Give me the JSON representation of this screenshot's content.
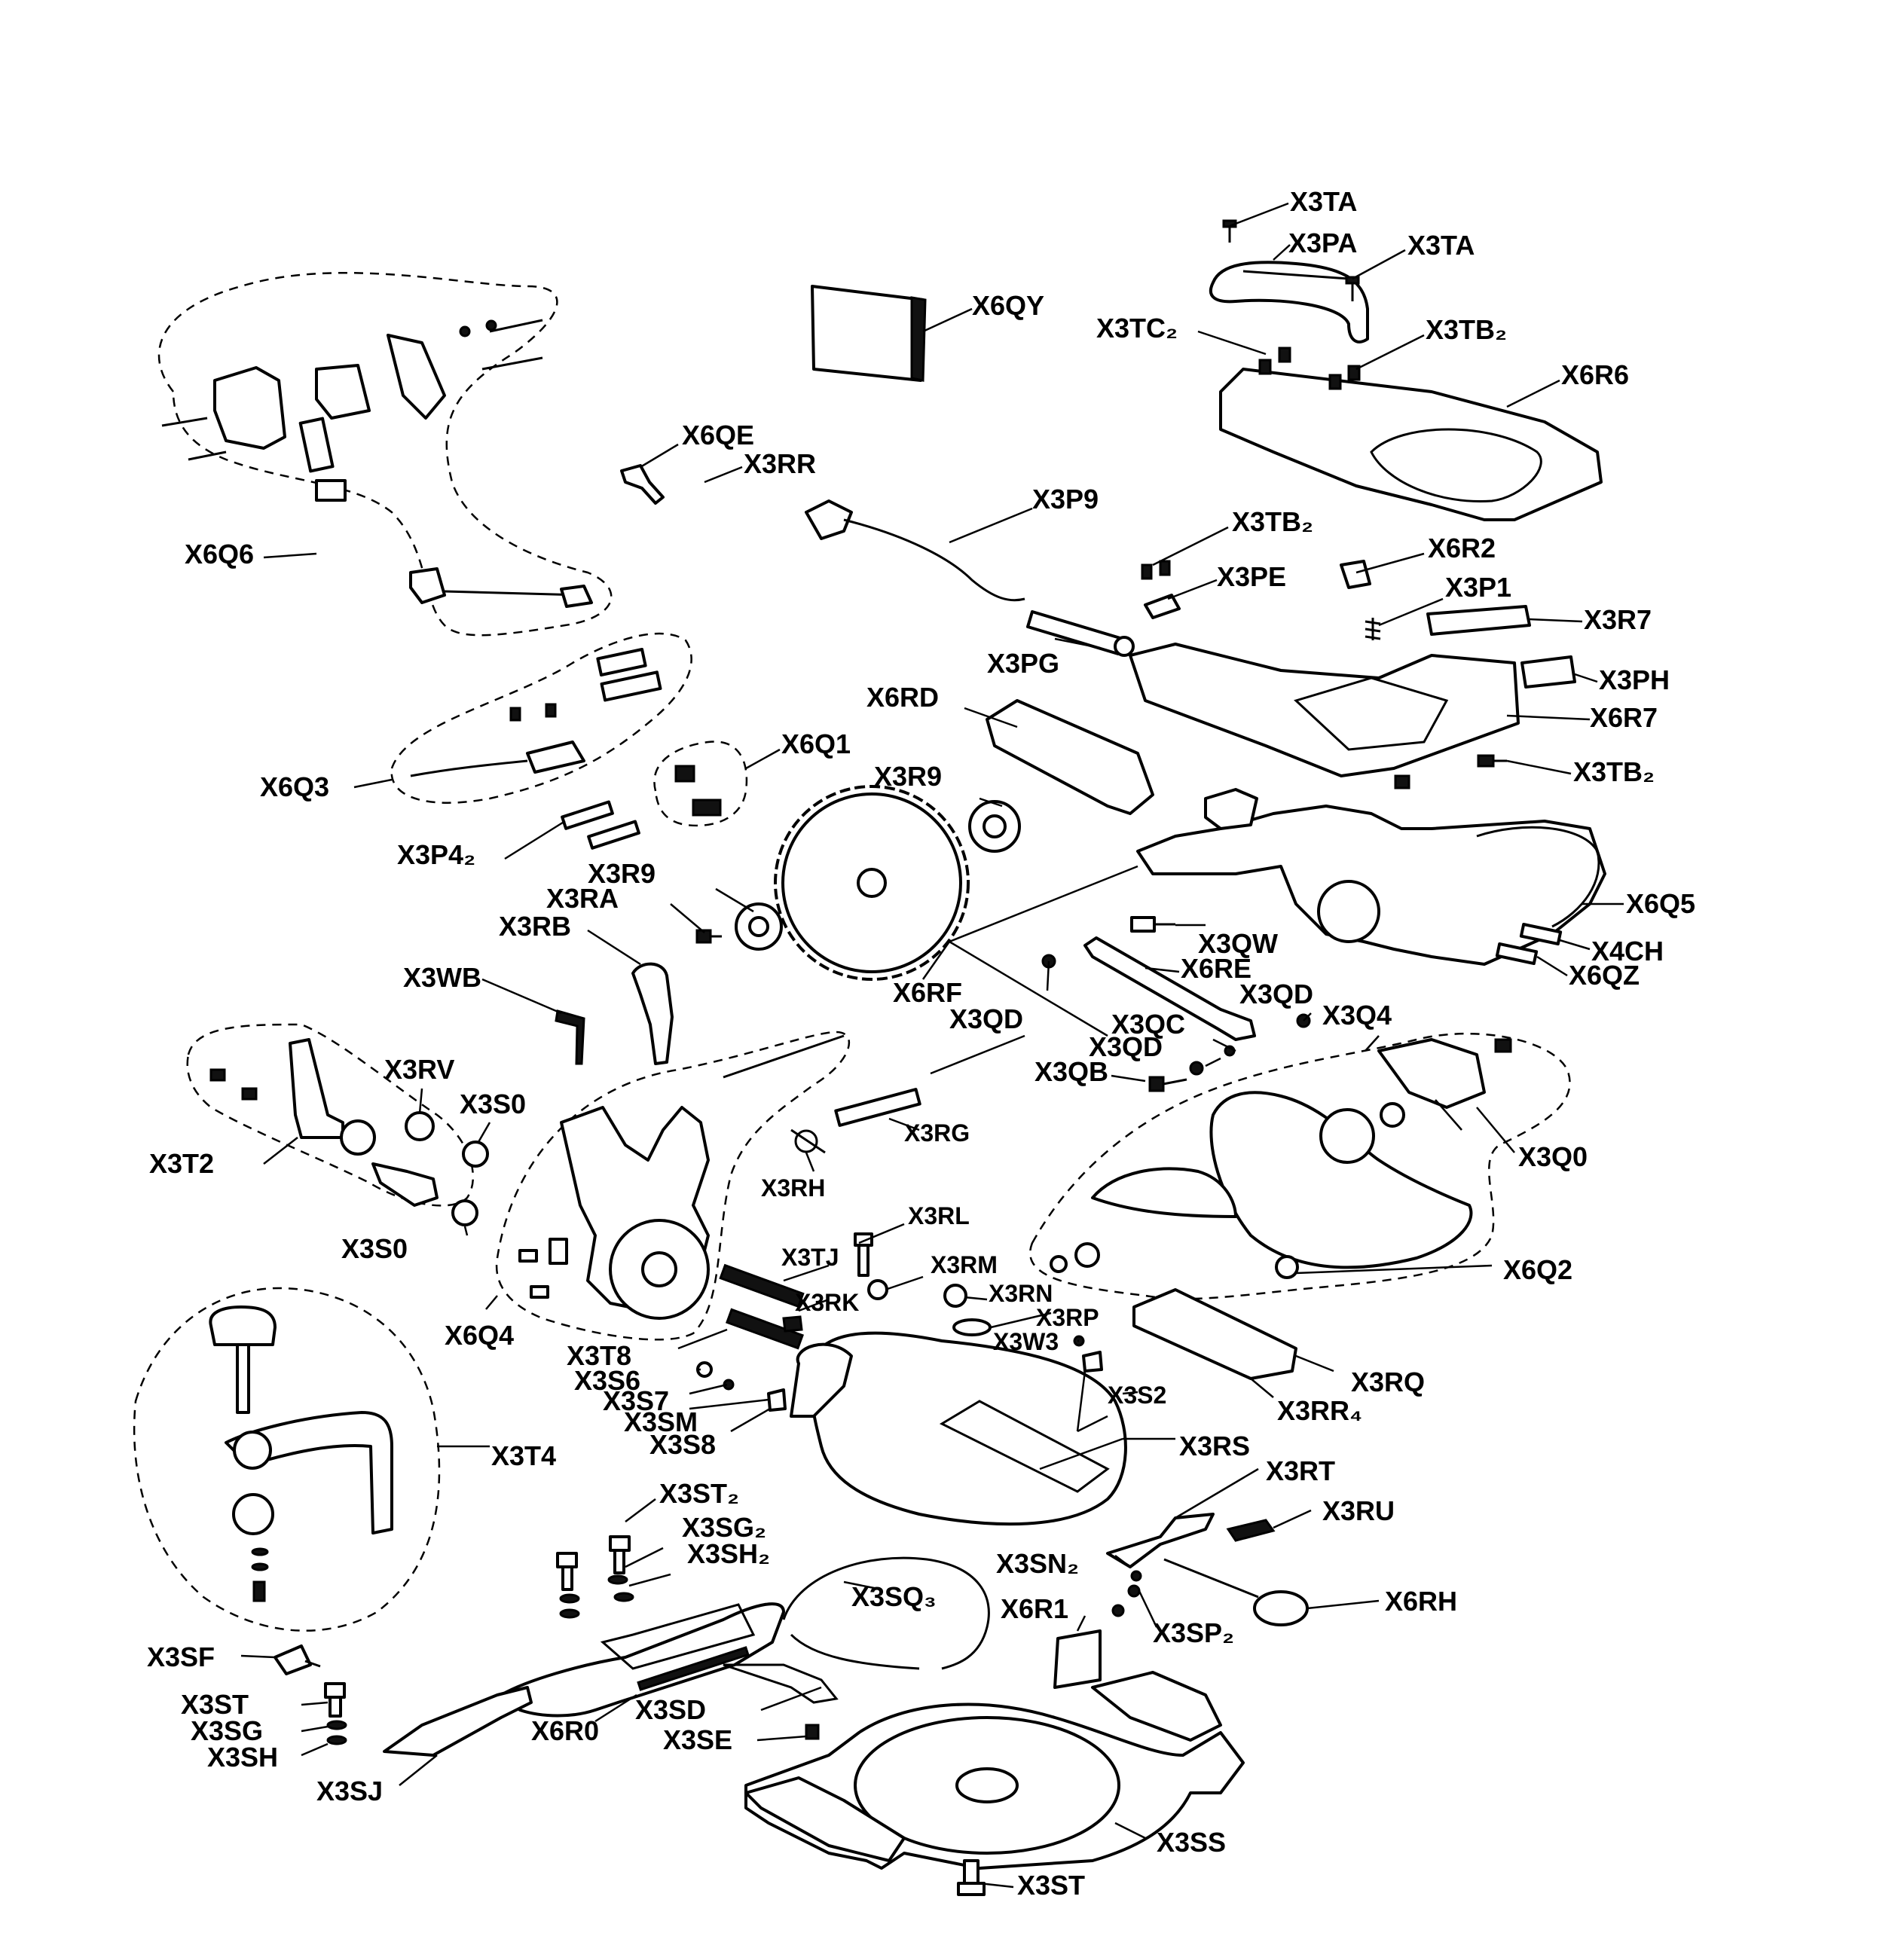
{
  "labels": {
    "X3TA_top": "X3TA",
    "X3PA": "X3PA",
    "X3TA_right": "X3TA",
    "X6QY": "X6QY",
    "X3TC2": "X3TC₂",
    "X3TB2_top": "X3TB₂",
    "X6R6": "X6R6",
    "X6QE": "X6QE",
    "X3RR": "X3RR",
    "X3P9": "X3P9",
    "X6Q6": "X6Q6",
    "X3TB2_mid": "X3TB₂",
    "X6R2": "X6R2",
    "X3PE": "X3PE",
    "X3P1": "X3P1",
    "X3R7": "X3R7",
    "X3PG": "X3PG",
    "X3PH": "X3PH",
    "X6RD": "X6RD",
    "X6R7": "X6R7",
    "X6Q1": "X6Q1",
    "X3TB2_low": "X3TB₂",
    "X6Q3": "X6Q3",
    "X3R9_top": "X3R9",
    "X3P42": "X3P4₂",
    "X3R9_left": "X3R9",
    "X6Q5": "X6Q5",
    "X3RA": "X3RA",
    "X3RB": "X3RB",
    "X3QW": "X3QW",
    "X4CH": "X4CH",
    "X6RE": "X6RE",
    "X6QZ": "X6QZ",
    "X3WB": "X3WB",
    "X6RF": "X6RF",
    "X3QD_a": "X3QD",
    "X3QD_b": "X3QD",
    "X3Q4": "X3Q4",
    "X3QC": "X3QC",
    "X3QD_c": "X3QD",
    "X3RV": "X3RV",
    "X3QB": "X3QB",
    "X3S0_top": "X3S0",
    "X3RG": "X3RG",
    "X3Q0": "X3Q0",
    "X3T2": "X3T2",
    "X3RH": "X3RH",
    "X3RL": "X3RL",
    "X3S0_low": "X3S0",
    "X3TJ": "X3TJ",
    "X3RM": "X3RM",
    "X6Q2": "X6Q2",
    "X3RK": "X3RK",
    "X3RN": "X3RN",
    "X6Q4": "X6Q4",
    "X3RP": "X3RP",
    "X3W3": "X3W3",
    "X3T8": "X3T8",
    "X3RQ": "X3RQ",
    "X3S6": "X3S6",
    "X3S2": "X3S2",
    "X3RR4": "X3RR₄",
    "X3S7": "X3S7",
    "X3SM": "X3SM",
    "X3S8": "X3S8",
    "X3RS": "X3RS",
    "X3T4": "X3T4",
    "X3RT": "X3RT",
    "X3ST2": "X3ST₂",
    "X3RU": "X3RU",
    "X3SG2": "X3SG₂",
    "X3SH2": "X3SH₂",
    "X3SN2": "X3SN₂",
    "X3SQ3": "X3SQ₃",
    "X6RH": "X6RH",
    "X6R1": "X6R1",
    "X3SP2": "X3SP₂",
    "X3SF": "X3SF",
    "X3ST_left": "X3ST",
    "X3SD": "X3SD",
    "X3SG": "X3SG",
    "X6R0": "X6R0",
    "X3SE": "X3SE",
    "X3SH": "X3SH",
    "X3SJ": "X3SJ",
    "X3SS": "X3SS",
    "X3ST_bottom": "X3ST"
  }
}
